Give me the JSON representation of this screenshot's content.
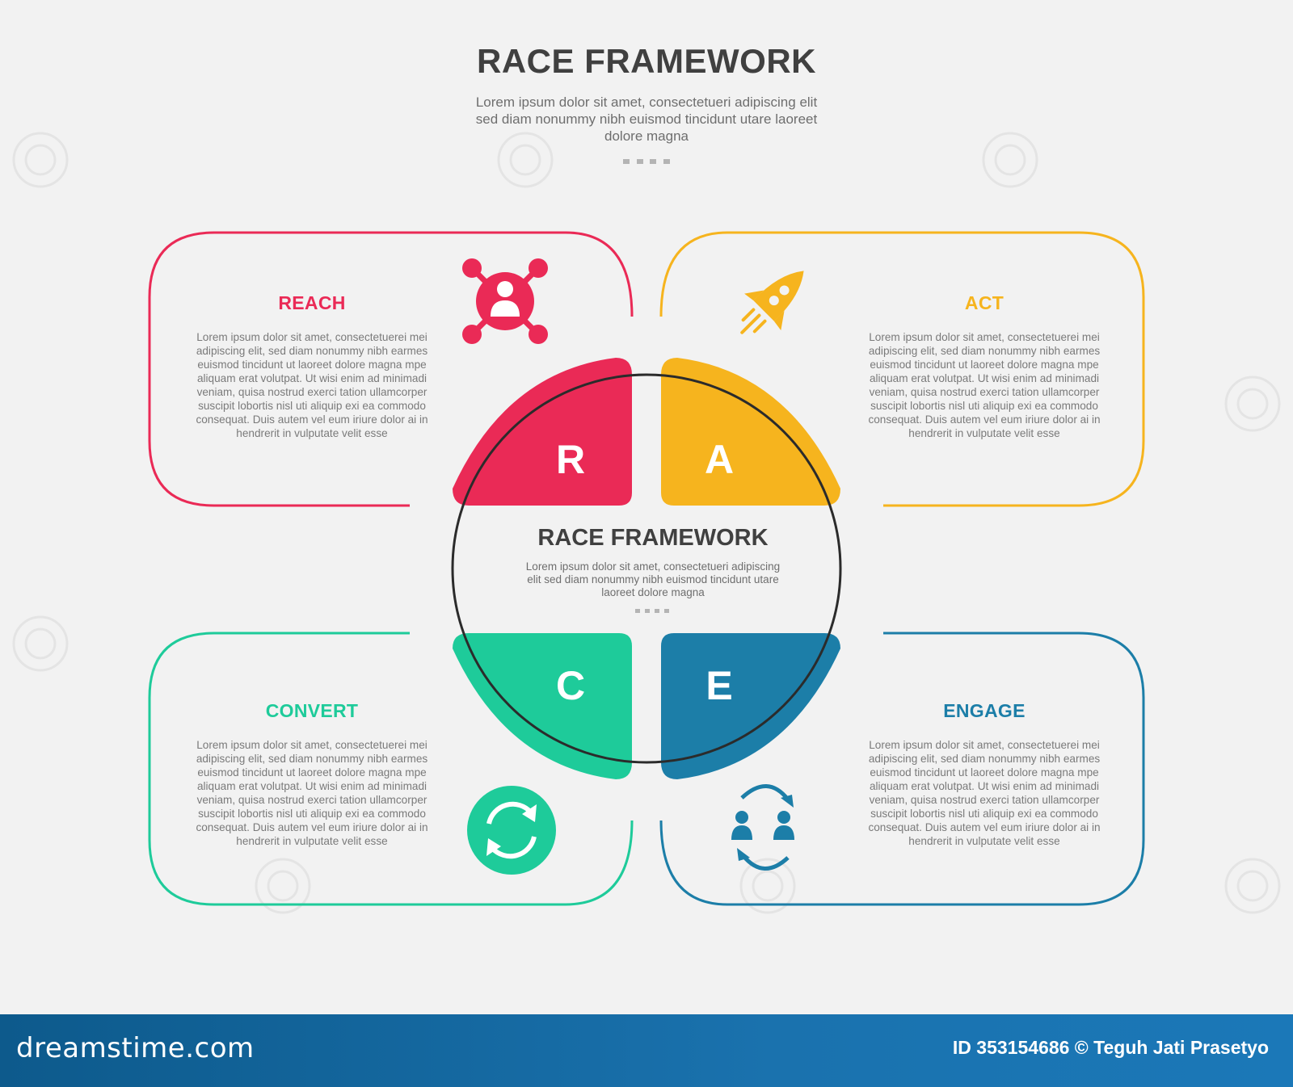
{
  "header": {
    "title": "RACE FRAMEWORK",
    "subtitle": "Lorem ipsum dolor sit amet, consectetueri adipiscing elit sed diam nonummy nibh euismod tincidunt utare laoreet dolore magna"
  },
  "center": {
    "title": "RACE FRAMEWORK",
    "body": "Lorem ipsum dolor sit amet, consectetueri adipiscing elit sed diam nonummy nibh euismod tincidunt utare laoreet dolore magna"
  },
  "sections": [
    {
      "key": "reach",
      "letter": "R",
      "title": "REACH",
      "color": "#ea2a56",
      "icon": "target-user-icon",
      "body": "Lorem ipsum dolor sit amet, consectetuerei mei adipiscing elit, sed diam nonummy nibh earmes euismod tincidunt ut laoreet dolore magna mpe aliquam erat volutpat. Ut wisi enim ad minimadi veniam, quisa nostrud exerci tation ullamcorper suscipit lobortis nisl uti aliquip exi ea commodo consequat. Duis autem vel eum iriure dolor ai in hendrerit in vulputate velit esse"
    },
    {
      "key": "act",
      "letter": "A",
      "title": "ACT",
      "color": "#f6b41e",
      "icon": "rocket-icon",
      "body": "Lorem ipsum dolor sit amet, consectetuerei mei adipiscing elit, sed diam nonummy nibh earmes euismod tincidunt ut laoreet dolore magna mpe aliquam erat volutpat. Ut wisi enim ad minimadi veniam, quisa nostrud exerci tation ullamcorper suscipit lobortis nisl uti aliquip exi ea commodo consequat. Duis autem vel eum iriure dolor ai in hendrerit in vulputate velit esse"
    },
    {
      "key": "convert",
      "letter": "C",
      "title": "CONVERT",
      "color": "#1ecb9a",
      "icon": "refresh-icon",
      "body": "Lorem ipsum dolor sit amet, consectetuerei mei adipiscing elit, sed diam nonummy nibh earmes euismod tincidunt ut laoreet dolore magna mpe aliquam erat volutpat. Ut wisi enim ad minimadi veniam, quisa nostrud exerci tation ullamcorper suscipit lobortis nisl uti aliquip exi ea commodo consequat. Duis autem vel eum iriure dolor ai in hendrerit in vulputate velit esse"
    },
    {
      "key": "engage",
      "letter": "E",
      "title": "ENGAGE",
      "color": "#1c7ea8",
      "icon": "people-exchange-icon",
      "body": "Lorem ipsum dolor sit amet, consectetuerei mei adipiscing elit, sed diam nonummy nibh earmes euismod tincidunt ut laoreet dolore magna mpe aliquam erat volutpat. Ut wisi enim ad minimadi veniam, quisa nostrud exerci tation ullamcorper suscipit lobortis nisl uti aliquip exi ea commodo consequat. Duis autem vel eum iriure dolor ai in hendrerit in vulputate velit esse"
    }
  ],
  "footer": {
    "brand": "dreamstime.com",
    "credit": "ID 353154686 © Teguh Jati Prasetyo"
  }
}
